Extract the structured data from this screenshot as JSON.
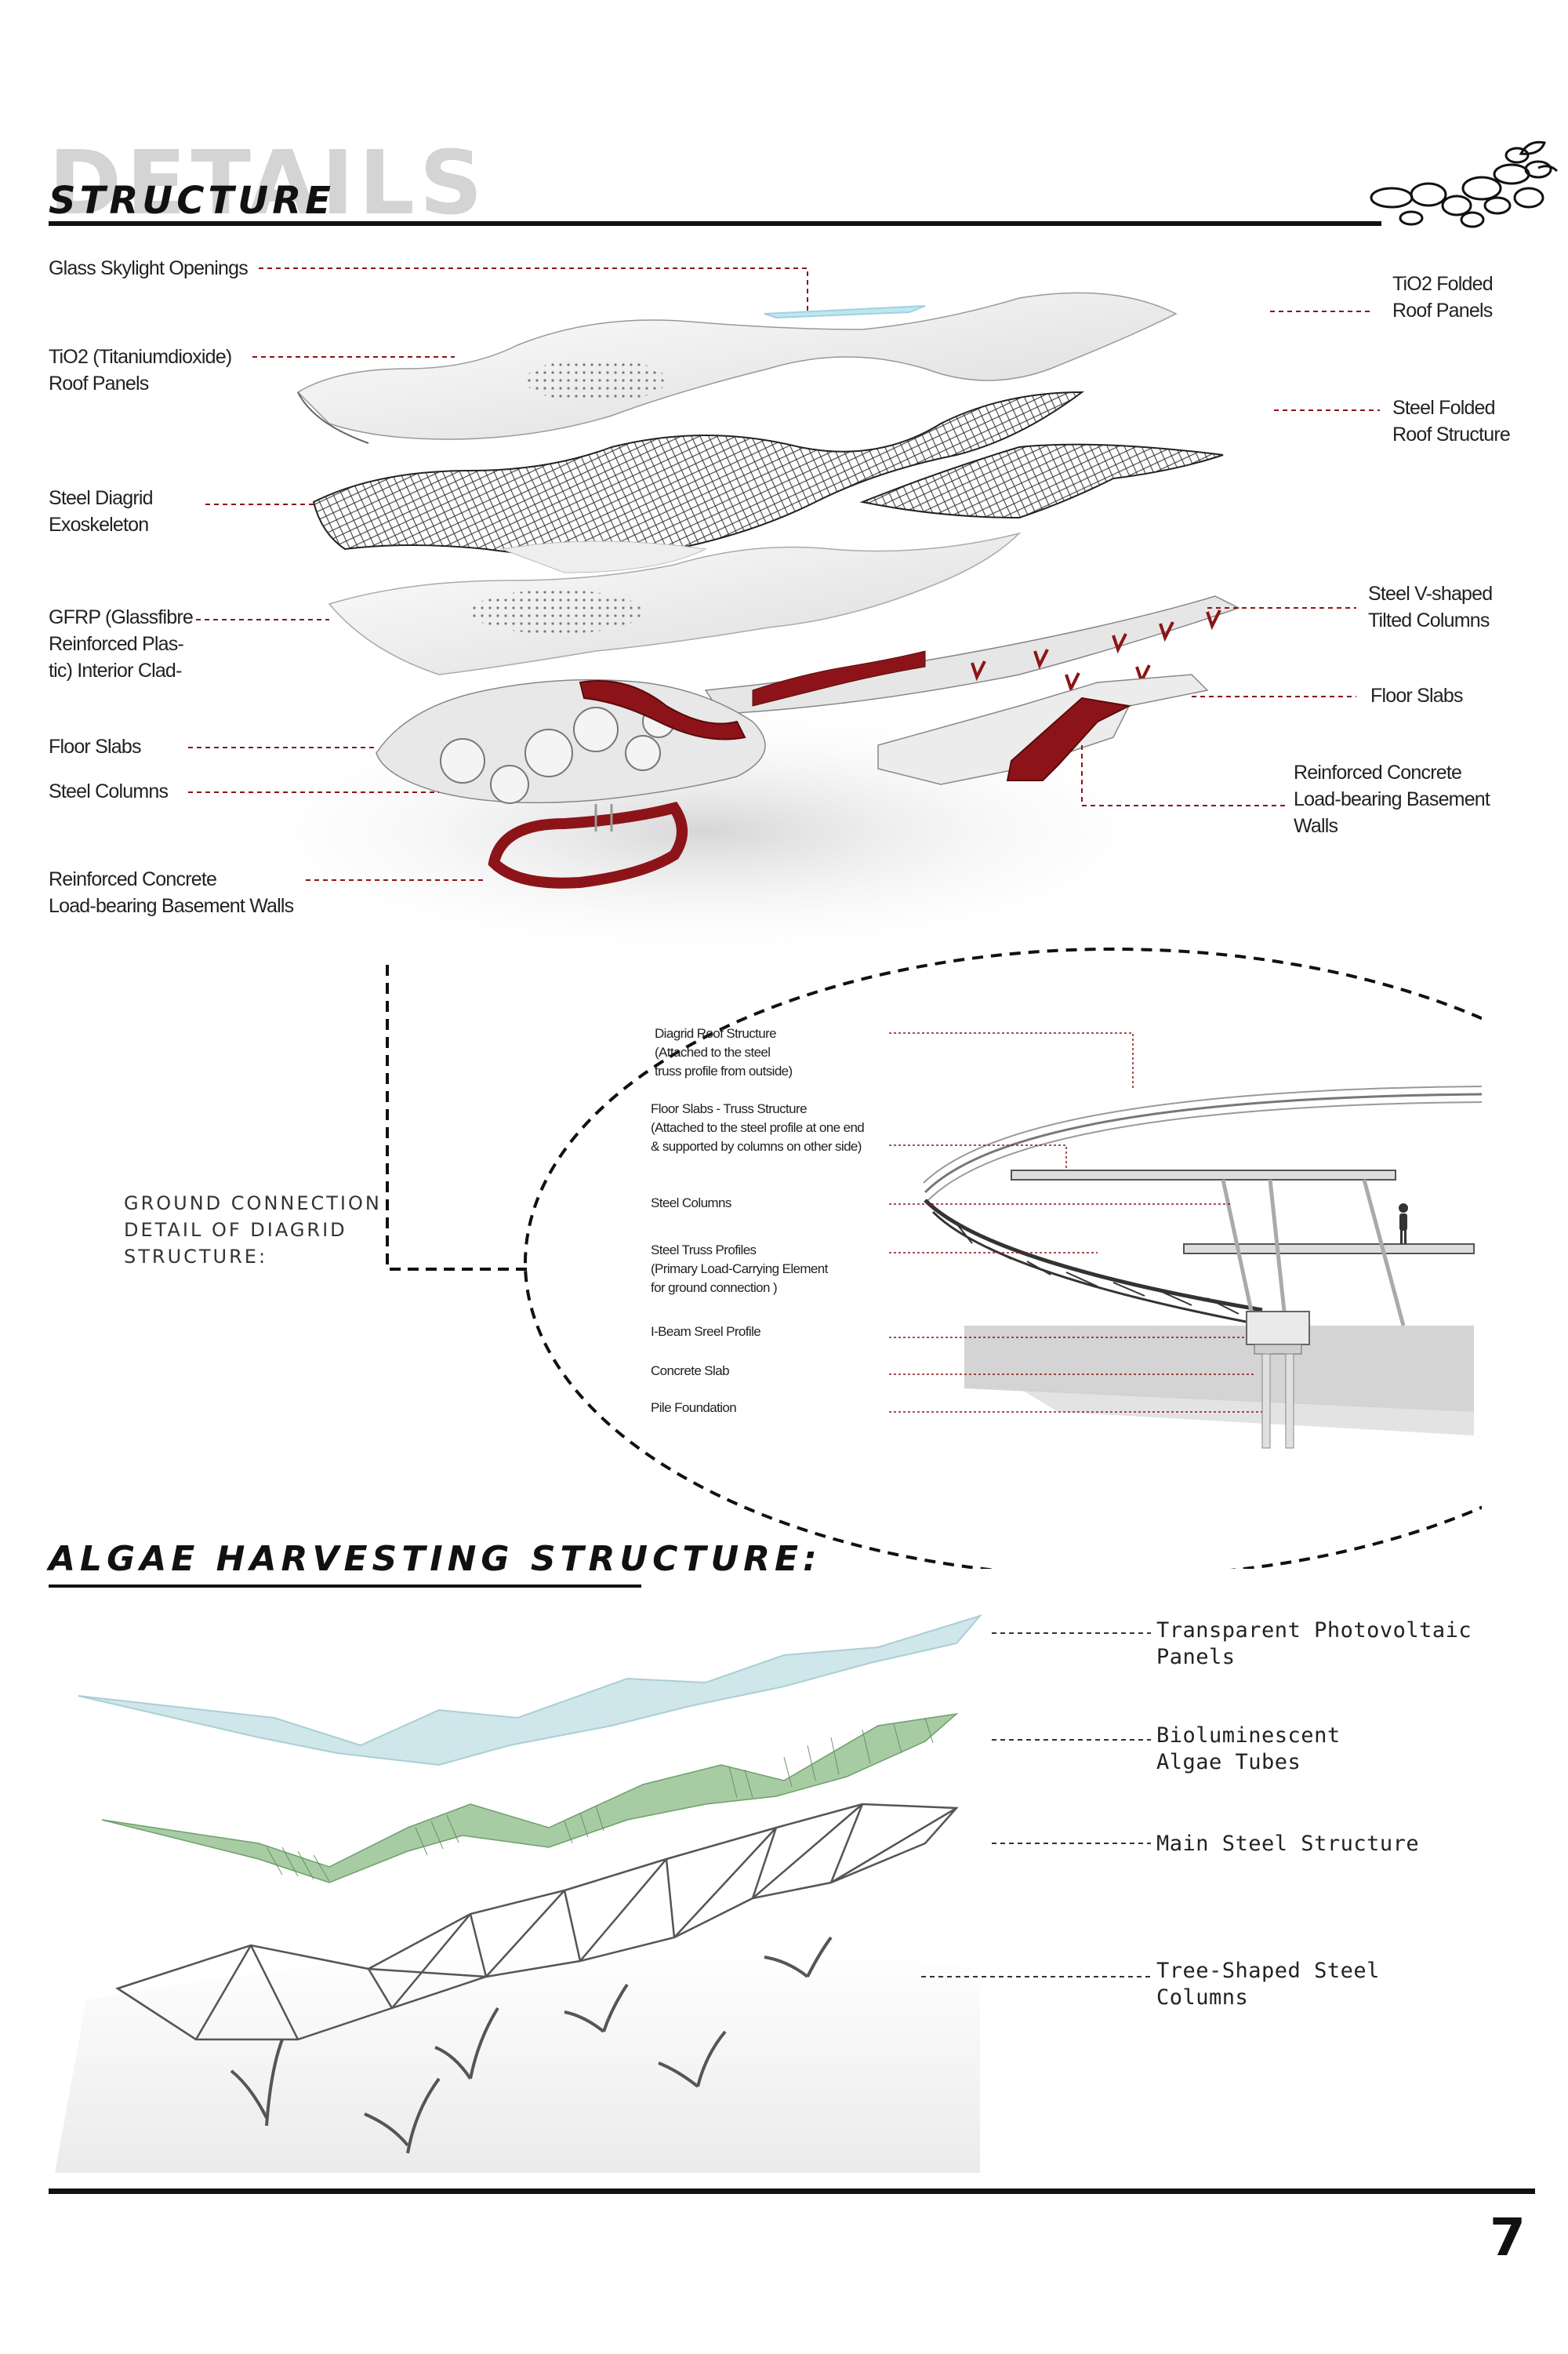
{
  "header": {
    "background_word": "DETAILS",
    "title": "STRUCTURE"
  },
  "structure_labels_left": [
    "Glass Skylight Openings",
    "TiO2 (Titaniumdioxide)\nRoof Panels",
    "Steel Diagrid\nExoskeleton",
    "GFRP (Glassfibre\nReinforced Plas-\ntic) Interior Clad-",
    "Floor Slabs",
    "Steel Columns",
    "Reinforced Concrete\nLoad-bearing Basement Walls"
  ],
  "structure_labels_right": [
    "TiO2 Folded\nRoof Panels",
    "Steel Folded\nRoof  Structure",
    "Steel V-shaped\nTilted Columns",
    "Floor Slabs",
    "Reinforced Concrete\nLoad-bearing Basement\nWalls"
  ],
  "ground_connection": {
    "caption": "GROUND CONNECTION\nDETAIL OF DIAGRID\nSTRUCTURE:",
    "labels": [
      "Diagrid Roof Structure\n (Attached to the steel\n truss profile from outside)",
      "Floor Slabs - Truss Structure\n(Attached to the steel profile at one end\n& supported by columns on other side)",
      "Steel Columns",
      "Steel Truss Profiles\n(Primary Load-Carrying  Element\n for ground connection )",
      "I-Beam Sreel Profile",
      "Concrete Slab",
      "Pile Foundation"
    ]
  },
  "algae": {
    "title": "ALGAE HARVESTING STRUCTURE:",
    "labels": [
      "Transparent Photovoltaic\nPanels",
      "Bioluminescent\nAlgae Tubes",
      "Main Steel Structure",
      "Tree-Shaped Steel\nColumns"
    ]
  },
  "page_number": "7",
  "colors": {
    "accent_red": "#8c1418",
    "leader_red": "#8c1418",
    "pv_panel": "#cfe6ea",
    "algae_green": "#7fb07e",
    "ink": "#111111"
  },
  "icons": [
    "leaf-cluster-icon",
    "human-figure-icon"
  ]
}
